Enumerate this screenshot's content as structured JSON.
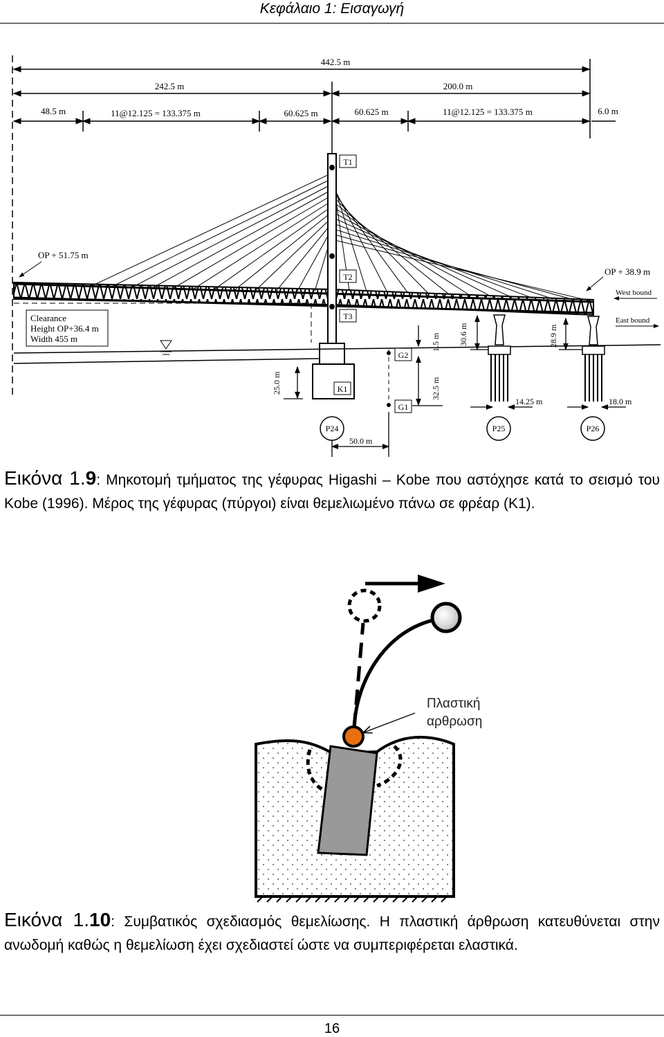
{
  "header": {
    "chapter": "Κεφάλαιο 1: Εισαγωγή"
  },
  "figure1": {
    "dims": {
      "total": "442.5 m",
      "left": "242.5 m",
      "right": "200.0 m",
      "d1": "48.5 m",
      "d2": "11@12.125 = 133.375 m",
      "d3": "60.625 m",
      "d4": "60.625 m",
      "d5": "11@12.125 = 133.375 m",
      "d6": "6.0 m"
    },
    "labels": {
      "op_left": "OP + 51.75 m",
      "op_right": "OP + 38.9 m",
      "west": "West bound",
      "east": "East bound",
      "clearance1": "Clearance",
      "clearance2": "Height OP+36.4 m",
      "clearance3": "Width 455 m",
      "t1": "T1",
      "t2": "T2",
      "t3": "T3",
      "g1": "G1",
      "g2": "G2",
      "k1": "K1",
      "p24": "P24",
      "p25": "P25",
      "p26": "P26",
      "h25": "25.0 m",
      "h15": "1.5 m",
      "h325": "32.5 m",
      "h306": "30.6 m",
      "h289": "28.9 m",
      "d1425": "14.25 m",
      "d180": "18.0 m",
      "d500": "50.0 m"
    }
  },
  "caption1": {
    "lead": "Εικόνα 1.",
    "num": "9",
    "text": ": Μηκοτομή τμήματος της γέφυρας Higashi – Kobe που αστόχησε κατά το σεισμό του Kobe (1996). Μέρος της γέφυρας (πύργοι) είναι θεμελιωμένο πάνω σε φρέαρ (K1)."
  },
  "figure2": {
    "label_line1": "Πλαστική",
    "label_line2": "αρθρωση"
  },
  "caption2": {
    "lead": "Εικόνα 1.",
    "num": "10",
    "text": ": Συμβατικός σχεδιασμός θεμελίωσης. Η πλαστική άρθρωση κατευθύνεται στην ανωδομή καθώς η θεμελίωση έχει σχεδιαστεί ώστε να συμπεριφέρεται ελαστικά."
  },
  "footer": {
    "page": "16"
  }
}
